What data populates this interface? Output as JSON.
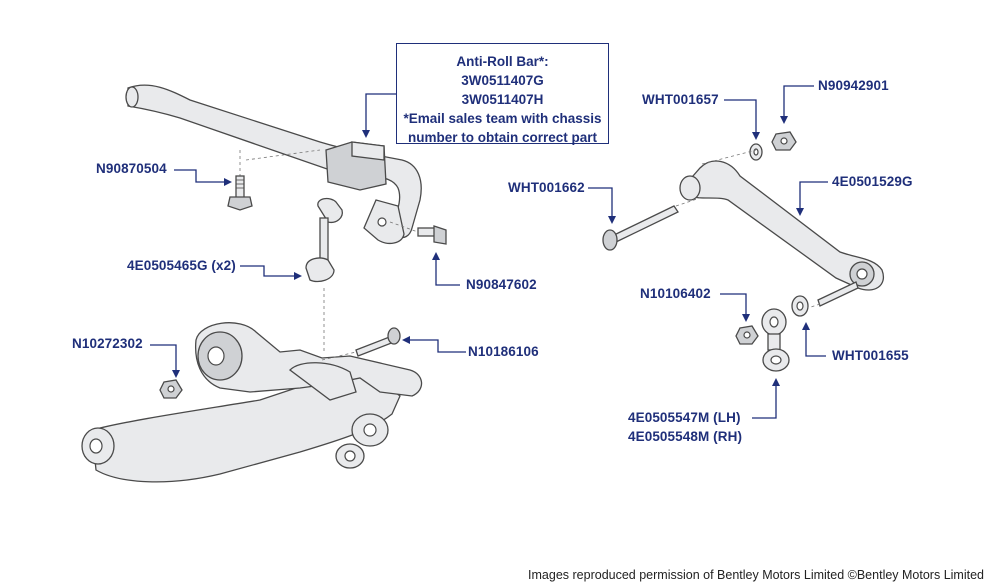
{
  "callout": {
    "line1": "Anti-Roll Bar*:",
    "line2": "3W0511407G",
    "line3": "3W0511407H",
    "line4": "*Email sales team with chassis",
    "line5": "number to obtain correct part"
  },
  "labels": {
    "n90870504": "N90870504",
    "e4e0505465g": "4E0505465G (x2)",
    "n90847602": "N90847602",
    "n10272302": "N10272302",
    "n10186106": "N10186106",
    "wht001657": "WHT001657",
    "n90942901": "N90942901",
    "wht001662": "WHT001662",
    "e4e0501529g": "4E0501529G",
    "n10106402": "N10106402",
    "wht001655": "WHT001655",
    "e4e0505547m": "4E0505547M (LH)",
    "e4e0505548m": "4E0505548M (RH)"
  },
  "credit": "Images reproduced permission of Bentley Motors Limited ©Bentley Motors Limited",
  "colors": {
    "label": "#1f2f7a",
    "part_fill": "#e9eaec",
    "part_stroke": "#4a4a4a"
  }
}
